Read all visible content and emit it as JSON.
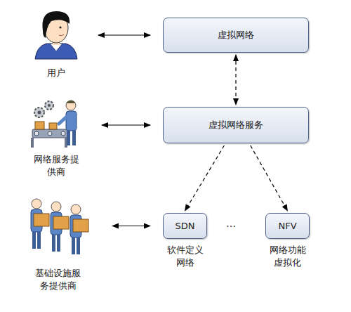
{
  "diagram": {
    "nodes": [
      {
        "text": [
          "用户"
        ]
      },
      {
        "text": [
          "虚拟网络"
        ]
      },
      {
        "text": [
          "网络服务提 供商"
        ]
      },
      {
        "text": [
          "虚拟网络服务"
        ]
      },
      {
        "text": [
          "基础设施服 务提供商"
        ]
      },
      {
        "text": [
          "SDN",
          "软件定义 网络"
        ]
      },
      {
        "text": [
          "NFV",
          "网络功能 虚拟化"
        ]
      }
    ],
    "edges": [
      {
        "from": 0,
        "to": 1,
        "arrow": "both"
      },
      {
        "from": 1,
        "to": 3,
        "arrow": "both"
      },
      {
        "from": 2,
        "to": 3,
        "arrow": "both"
      },
      {
        "from": 3,
        "to": 5,
        "arrow": "to"
      },
      {
        "from": 4,
        "to": 5,
        "arrow": "both"
      },
      {
        "from": 3,
        "to": 6,
        "arrow": "to"
      }
    ],
    "labels": [
      "…"
    ]
  }
}
